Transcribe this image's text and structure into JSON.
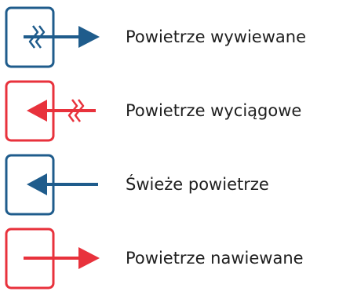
{
  "legend": {
    "items": [
      {
        "icon": "exhaust-air-icon",
        "label": "Powietrze wywiewane",
        "color": "#1f5c8c"
      },
      {
        "icon": "extract-air-icon",
        "label": "Powietrze wyciągowe",
        "color": "#e8323c"
      },
      {
        "icon": "fresh-air-icon",
        "label": "Świeże powietrze",
        "color": "#1f5c8c"
      },
      {
        "icon": "supply-air-icon",
        "label": "Powietrze nawiewane",
        "color": "#e8323c"
      }
    ]
  }
}
